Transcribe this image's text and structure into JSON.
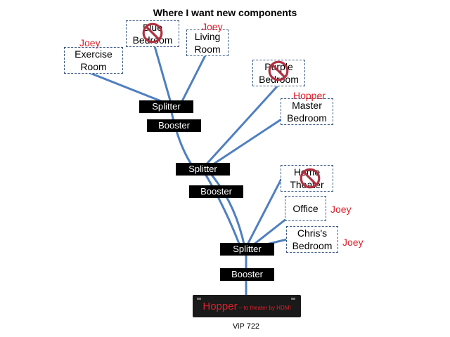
{
  "title": "Where I want new components",
  "rooms": {
    "exercise": [
      "Exercise",
      "Room"
    ],
    "blue": [
      "Blue",
      "Bedroom"
    ],
    "living": [
      "Living",
      "Room"
    ],
    "purple": [
      "Purple",
      "Bedroom"
    ],
    "master": [
      "Master",
      "Bedroom"
    ],
    "home_theater": [
      "Home",
      "Theater"
    ],
    "office": [
      "Office"
    ],
    "chris": [
      "Chris's",
      "Bedroom"
    ]
  },
  "labels": {
    "joey": "Joey",
    "hopper": "Hopper"
  },
  "splitter": "Splitter",
  "booster": "Booster",
  "receiver": {
    "name": "Hopper",
    "note": " – to theater by HDMI"
  },
  "model": "ViP 722",
  "colors": {
    "line": "#4f7fbf",
    "dashed_border": "#3b5a86",
    "accent_red": "#e0202a",
    "no_symbol": "#b03040"
  }
}
